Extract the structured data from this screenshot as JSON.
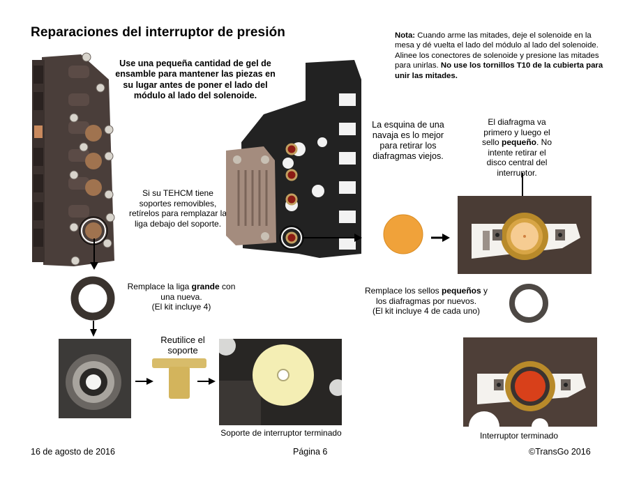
{
  "page": {
    "title": "Reparaciones del interruptor de presión",
    "note": {
      "label": "Nota:",
      "text": " Cuando arme las mitades, deje el solenoide en la mesa y dé vuelta el lado del módulo al lado del solenoide. Alinee los conectores de solenoide y presione las mitades para unirlas. ",
      "bold_text": "No use los tornillos T10 de la cubierta para unir las mitades."
    },
    "instructions": {
      "gel": "Use una pequeña cantidad de gel de ensamble para mantener las piezas en su lugar antes de poner el lado del módulo al lado del solenoide.",
      "supports": "Si su TEHCM tiene soportes removibles, retírelos para remplazar la liga debajo del soporte.",
      "razor": "La esquina de una navaja es lo mejor para retirar los diafragmas viejos.",
      "diaphragm": {
        "pre": "El diafragma va primero y luego el sello ",
        "bold": "pequeño",
        "post": ". No intente retirar el disco central del interruptor."
      },
      "large_seal": {
        "pre": "Remplace la liga ",
        "bold": "grande",
        "post": " con una nueva.",
        "kit": "(El kit incluye 4)"
      },
      "small_seals": {
        "pre": "Remplace los sellos ",
        "bold": "pequeños",
        "post": " y los diafragmas por nuevos.",
        "kit": "(El kit incluye 4 de cada uno)"
      },
      "reuse_support": "Reutilice el soporte"
    },
    "captions": {
      "support_done": "Soporte de interruptor terminado",
      "switch_done": "Interruptor terminado"
    },
    "footer": {
      "date": "16 de agosto de 2016",
      "page": "Página 6",
      "copyright": "©TransGo 2016"
    }
  }
}
